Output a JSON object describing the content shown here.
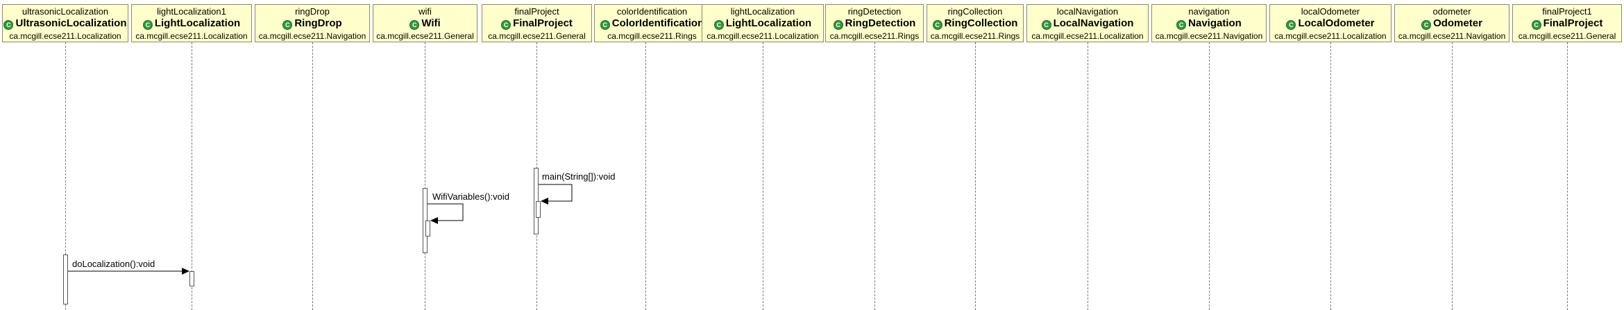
{
  "lifelines": [
    {
      "instance": "ultrasonicLocalization",
      "class": "UltrasonicLocalization",
      "package": "ca.mcgill.ecse211.Localization"
    },
    {
      "instance": "lightLocalization1",
      "class": "LightLocalization",
      "package": "ca.mcgill.ecse211.Localization"
    },
    {
      "instance": "ringDrop",
      "class": "RingDrop",
      "package": "ca.mcgill.ecse211.Navigation"
    },
    {
      "instance": "wifi",
      "class": "Wifi",
      "package": "ca.mcgill.ecse211.General"
    },
    {
      "instance": "finalProject",
      "class": "FinalProject",
      "package": "ca.mcgill.ecse211.General"
    },
    {
      "instance": "colorIdentification",
      "class": "ColorIdentification",
      "package": "ca.mcgill.ecse211.Rings"
    },
    {
      "instance": "lightLocalization",
      "class": "LightLocalization",
      "package": "ca.mcgill.ecse211.Localization"
    },
    {
      "instance": "ringDetection",
      "class": "RingDetection",
      "package": "ca.mcgill.ecse211.Rings"
    },
    {
      "instance": "ringCollection",
      "class": "RingCollection",
      "package": "ca.mcgill.ecse211.Rings"
    },
    {
      "instance": "localNavigation",
      "class": "LocalNavigation",
      "package": "ca.mcgill.ecse211.Localization"
    },
    {
      "instance": "navigation",
      "class": "Navigation",
      "package": "ca.mcgill.ecse211.Navigation"
    },
    {
      "instance": "localOdometer",
      "class": "LocalOdometer",
      "package": "ca.mcgill.ecse211.Localization"
    },
    {
      "instance": "odometer",
      "class": "Odometer",
      "package": "ca.mcgill.ecse211.Navigation"
    },
    {
      "instance": "finalProject1",
      "class": "FinalProject",
      "package": "ca.mcgill.ecse211.General"
    }
  ],
  "class_icon_glyph": "C",
  "class_icon_color": "#2f9a3b",
  "head_fill_color": "#ffffcc",
  "messages": [
    {
      "label": "main(String[]):void",
      "from": "finalProject",
      "to": "finalProject"
    },
    {
      "label": "WifiVariables():void",
      "from": "wifi",
      "to": "wifi"
    },
    {
      "label": "doLocalization():void",
      "from": "ultrasonicLocalization",
      "to": "lightLocalization1"
    }
  ]
}
